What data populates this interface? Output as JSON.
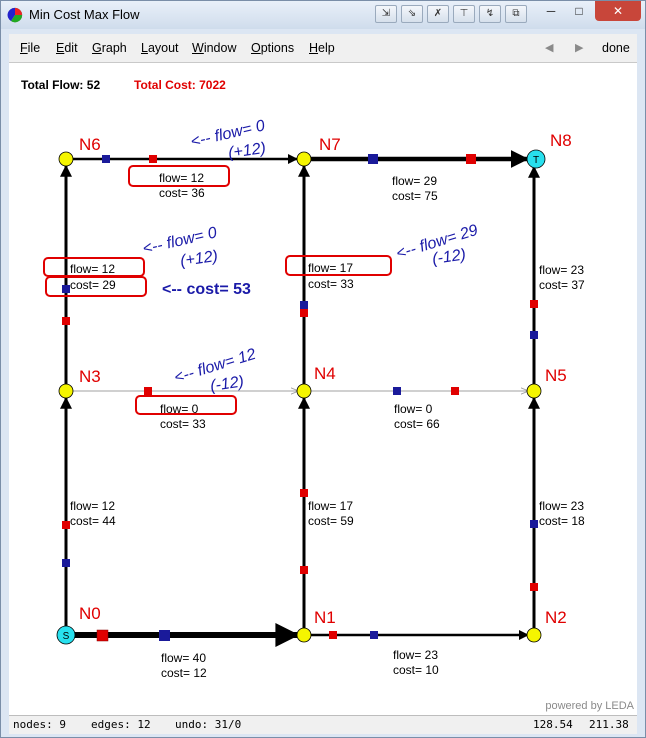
{
  "window": {
    "title": "Min Cost Max Flow",
    "controls": [
      "─",
      "□",
      "✕"
    ]
  },
  "toolbar_icons": [
    "tool-a-icon",
    "tool-b-icon",
    "tool-c-icon",
    "tool-d-icon",
    "tool-e-icon",
    "tool-f-icon"
  ],
  "menu": {
    "items": [
      {
        "label": "File",
        "key": "F"
      },
      {
        "label": "Edit",
        "key": "E"
      },
      {
        "label": "Graph",
        "key": "G"
      },
      {
        "label": "Layout",
        "key": "L"
      },
      {
        "label": "Window",
        "key": "W"
      },
      {
        "label": "Options",
        "key": "O"
      },
      {
        "label": "Help",
        "key": "H"
      }
    ],
    "prev_arrow": "◀",
    "next_arrow": "▶",
    "done": "done"
  },
  "summary": {
    "total_flow": "Total Flow: 52",
    "total_cost": "Total Cost: 7022"
  },
  "nodes": [
    {
      "id": "N0",
      "label": "N0",
      "marker": "S",
      "color": "#28e0ee"
    },
    {
      "id": "N1",
      "label": "N1",
      "marker": "",
      "color": "#f5f500"
    },
    {
      "id": "N2",
      "label": "N2",
      "marker": "",
      "color": "#f5f500"
    },
    {
      "id": "N3",
      "label": "N3",
      "marker": "",
      "color": "#f5f500"
    },
    {
      "id": "N4",
      "label": "N4",
      "marker": "",
      "color": "#f5f500"
    },
    {
      "id": "N5",
      "label": "N5",
      "marker": "",
      "color": "#f5f500"
    },
    {
      "id": "N6",
      "label": "N6",
      "marker": "",
      "color": "#f5f500"
    },
    {
      "id": "N7",
      "label": "N7",
      "marker": "",
      "color": "#f5f500"
    },
    {
      "id": "N8",
      "label": "N8",
      "marker": "T",
      "color": "#28e0ee"
    }
  ],
  "edges": [
    {
      "id": "e-n0-n1",
      "flow": "flow= 40",
      "cost": "cost= 12"
    },
    {
      "id": "e-n1-n2",
      "flow": "flow= 23",
      "cost": "cost= 10"
    },
    {
      "id": "e-n0-n3",
      "flow": "flow= 12",
      "cost": "cost= 44"
    },
    {
      "id": "e-n1-n4",
      "flow": "flow= 17",
      "cost": "cost= 59"
    },
    {
      "id": "e-n2-n5",
      "flow": "flow= 23",
      "cost": "cost= 18"
    },
    {
      "id": "e-n3-n4",
      "flow": "flow= 0",
      "cost": "cost= 33"
    },
    {
      "id": "e-n4-n5",
      "flow": "flow= 0",
      "cost": "cost= 66"
    },
    {
      "id": "e-n3-n6",
      "flow": "flow= 12",
      "cost": "cost= 29"
    },
    {
      "id": "e-n4-n7",
      "flow": "flow= 17",
      "cost": "cost= 33"
    },
    {
      "id": "e-n5-n8",
      "flow": "flow= 23",
      "cost": "cost= 37"
    },
    {
      "id": "e-n6-n7",
      "flow": "flow= 12",
      "cost": "cost= 36"
    },
    {
      "id": "e-n7-n8",
      "flow": "flow= 29",
      "cost": "cost= 75"
    }
  ],
  "annotations": {
    "a1_line1": "<-- flow= 0",
    "a1_line2": "(+12)",
    "a2_line1": "<-- flow= 0",
    "a2_line2": "(+12)",
    "a3_line1": "<-- flow= 29",
    "a3_line2": "(-12)",
    "a4_line1": "<-- flow= 12",
    "a4_line2": "(-12)",
    "cost_note": "<-- cost= 53"
  },
  "watermark": "powered by LEDA",
  "status": {
    "nodes": "nodes: 9",
    "edges": "edges: 12",
    "undo": "undo: 31/0",
    "coord_x": "128.54",
    "coord_y": "211.38"
  },
  "colors": {
    "node_label": "#e00000",
    "annotation": "#1a1aa8",
    "highlight_box": "#e00000",
    "total_cost": "#e00000",
    "edge": "#000000",
    "empty_edge": "#a0a0a0"
  }
}
